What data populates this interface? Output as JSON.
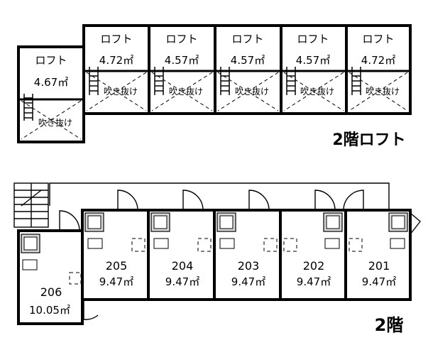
{
  "loft_floor": {
    "title": "2階ロフト",
    "units": [
      {
        "loft_label": "ロフト",
        "area": "4.67㎡",
        "void_label": "吹き抜け"
      },
      {
        "loft_label": "ロフト",
        "area": "4.72㎡",
        "void_label": "吹き抜け"
      },
      {
        "loft_label": "ロフト",
        "area": "4.57㎡",
        "void_label": "吹き抜け"
      },
      {
        "loft_label": "ロフト",
        "area": "4.57㎡",
        "void_label": "吹き抜け"
      },
      {
        "loft_label": "ロフト",
        "area": "4.57㎡",
        "void_label": "吹き抜け"
      },
      {
        "loft_label": "ロフト",
        "area": "4.72㎡",
        "void_label": "吹き抜け"
      }
    ]
  },
  "second_floor": {
    "title": "2階",
    "rooms": [
      {
        "number": "206",
        "area": "10.05㎡"
      },
      {
        "number": "205",
        "area": "9.47㎡"
      },
      {
        "number": "204",
        "area": "9.47㎡"
      },
      {
        "number": "203",
        "area": "9.47㎡"
      },
      {
        "number": "202",
        "area": "9.47㎡"
      },
      {
        "number": "201",
        "area": "9.47㎡"
      }
    ]
  }
}
